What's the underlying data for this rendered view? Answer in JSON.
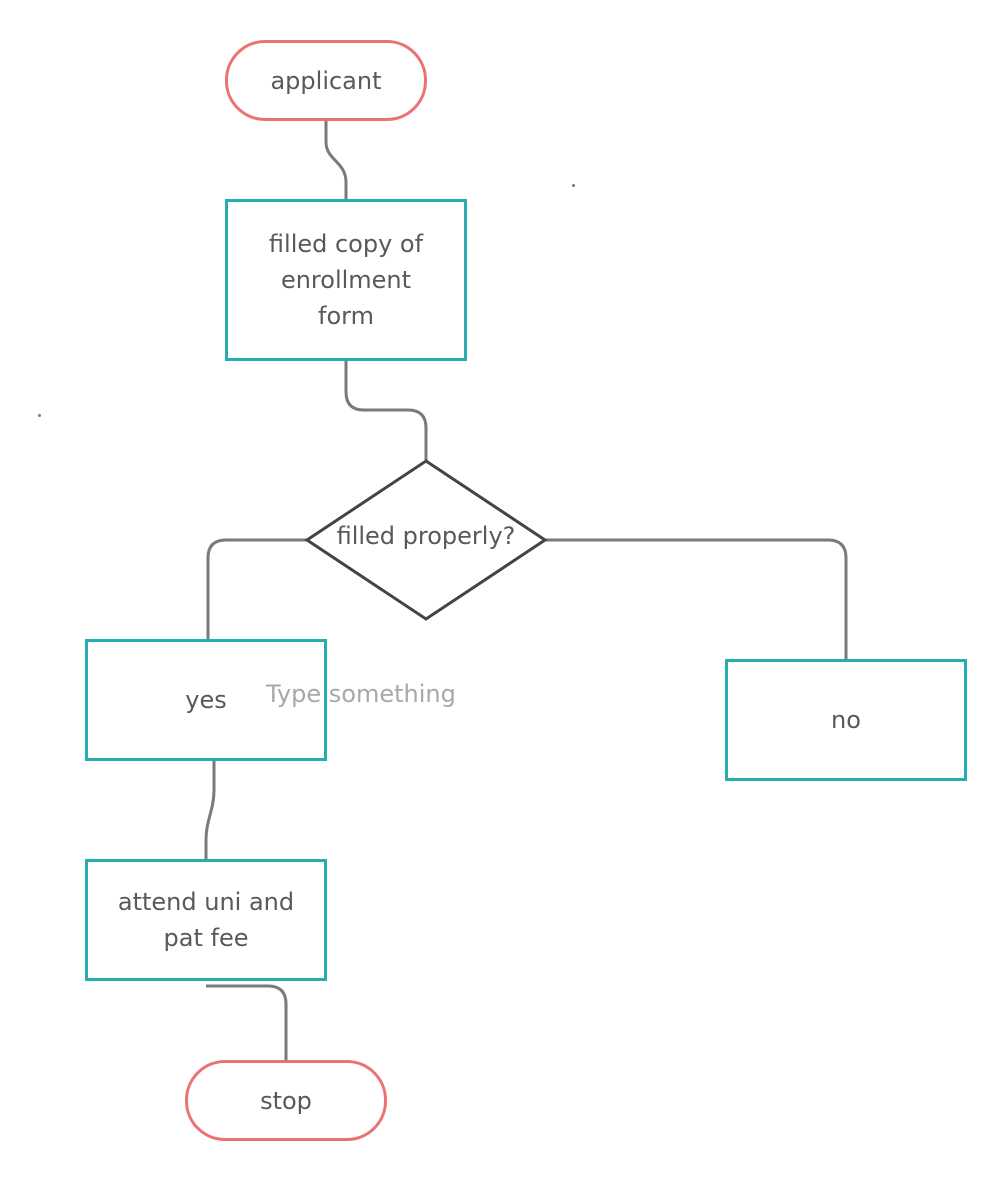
{
  "colors": {
    "terminal_border": "#ec7272",
    "process_border": "#26adad",
    "decision_border": "#444444",
    "connector": "#7a7a7a",
    "text": "#595959",
    "placeholder": "#a8a8a8"
  },
  "nodes": {
    "applicant": "applicant",
    "enrollment_form": "filled copy of enrollment form",
    "decision": "filled properly?",
    "yes": "yes",
    "no": "no",
    "attend": "attend uni and pat fee",
    "stop": "stop"
  },
  "editor": {
    "placeholder": "Type something"
  }
}
